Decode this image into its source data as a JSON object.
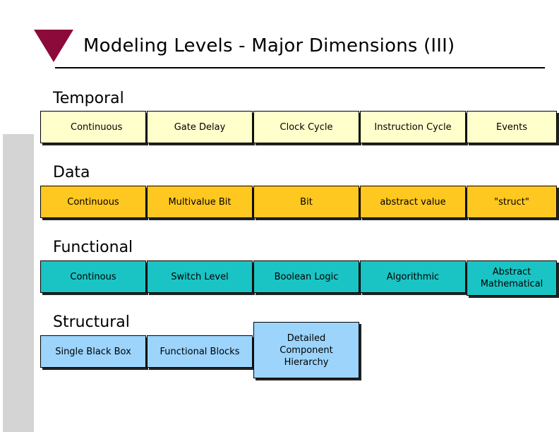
{
  "title": "Modeling Levels - Major Dimensions (III)",
  "sections": [
    {
      "label": "Temporal",
      "cells": [
        "Continuous",
        "Gate Delay",
        "Clock Cycle",
        "Instruction Cycle",
        "Events"
      ]
    },
    {
      "label": "Data",
      "cells": [
        "Continuous",
        "Multivalue Bit",
        "Bit",
        "abstract value",
        "\"struct\""
      ]
    },
    {
      "label": "Functional",
      "cells": [
        "Continous",
        "Switch Level",
        "Boolean Logic",
        "Algorithmic",
        "Abstract Mathematical"
      ]
    },
    {
      "label": "Structural",
      "cells": [
        "Single Black Box",
        "Functional Blocks",
        "Detailed Component Hierarchy"
      ]
    }
  ],
  "colors": {
    "temporal": "#ffffcc",
    "data": "#ffc820",
    "functional": "#1bc4c4",
    "structural": "#9cd4fc",
    "bullet": "#8b0a3a"
  }
}
